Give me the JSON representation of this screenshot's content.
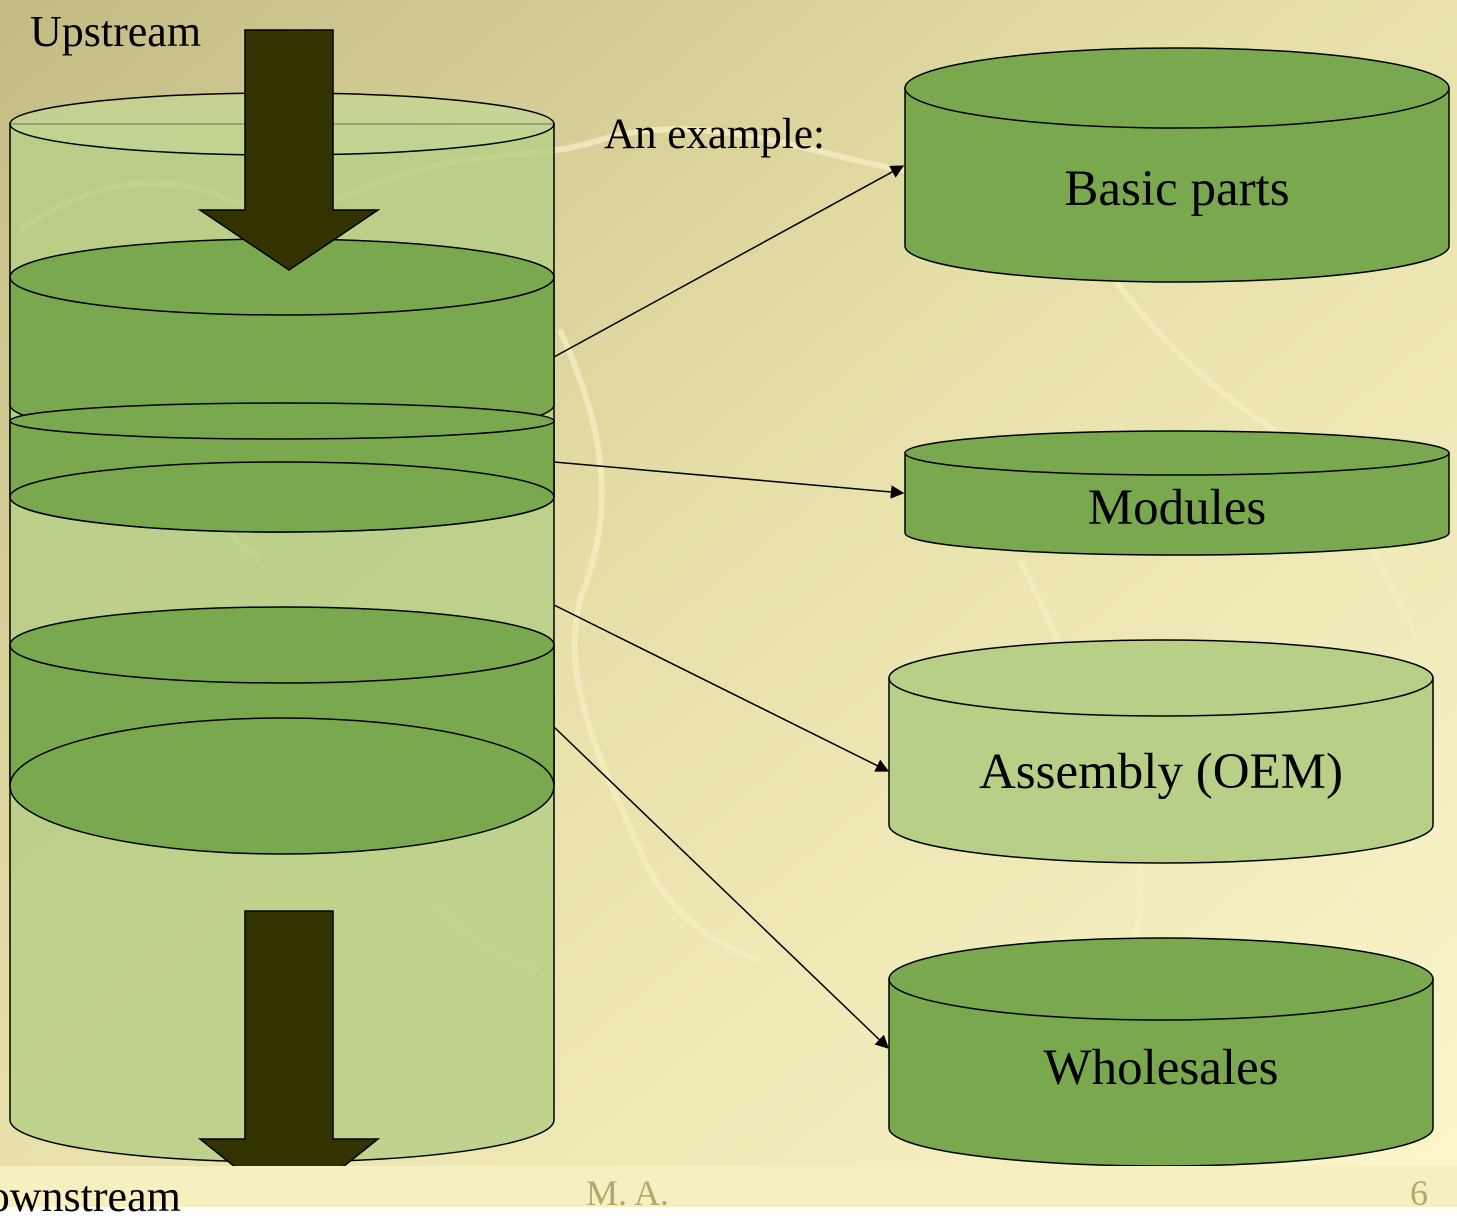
{
  "labels": {
    "upstream": "Upstream",
    "downstream": "Downstream",
    "example": "An example:"
  },
  "stages": [
    {
      "label": "Basic parts"
    },
    {
      "label": "Modules"
    },
    {
      "label": "Assembly (OEM)"
    },
    {
      "label": "Wholesales"
    }
  ],
  "footer": {
    "author": "M. A.",
    "page": "6"
  },
  "colors": {
    "dark_green": "#7aa84f",
    "light_green": "#b7cf87",
    "arrow": "#333300",
    "background_light": "#fbf5c8",
    "background_dark": "#c6c08c"
  }
}
